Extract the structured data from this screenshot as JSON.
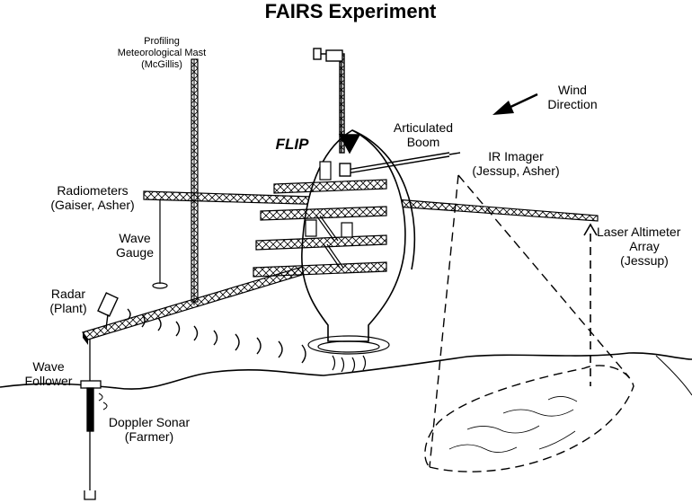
{
  "title": "FAIRS Experiment",
  "labels": {
    "mast": [
      "Profiling",
      "Meteorological Mast",
      "(McGillis)"
    ],
    "flip": "FLIP",
    "boom": [
      "Articulated",
      "Boom"
    ],
    "wind": [
      "Wind",
      "Direction"
    ],
    "ir_imager": [
      "IR Imager",
      "(Jessup, Asher)"
    ],
    "radiometers": [
      "Radiometers",
      "(Gaiser, Asher)"
    ],
    "wave_gauge": [
      "Wave",
      "Gauge"
    ],
    "laser": [
      "Laser Altimeter",
      "Array",
      "(Jessup)"
    ],
    "radar": [
      "Radar",
      "(Plant)"
    ],
    "wave_follower": [
      "Wave",
      "Follower"
    ],
    "sonar": [
      "Doppler Sonar",
      "(Farmer)"
    ]
  },
  "colors": {
    "line": "#000000",
    "background": "#ffffff"
  }
}
